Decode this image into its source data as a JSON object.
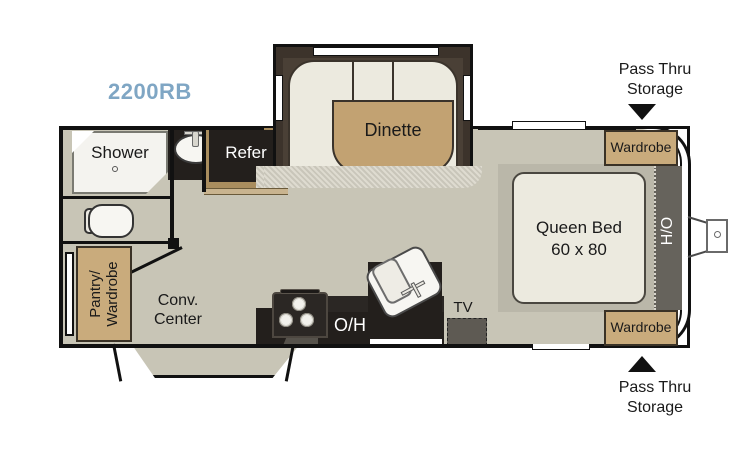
{
  "floorplan": {
    "model_number": "2200RB",
    "brand_accent_color": "#7fa6c4",
    "rooms": {
      "shower": "Shower",
      "refrigerator": "Refer",
      "pantry_wardrobe": "Pantry/\nWardrobe",
      "conv_center": "Conv.\nCenter",
      "overhead": "O/H",
      "tv": "TV",
      "dinette": "Dinette",
      "wardrobe_top": "Wardrobe",
      "wardrobe_bottom": "Wardrobe",
      "head_out": "H/O",
      "queen_bed_line1": "Queen Bed",
      "queen_bed_line2": "60 x 80"
    },
    "callouts": {
      "pass_thru_top_line1": "Pass Thru",
      "pass_thru_top_line2": "Storage",
      "pass_thru_bottom_line1": "Pass Thru",
      "pass_thru_bottom_line2": "Storage"
    },
    "colors": {
      "floor": "#c8c5b6",
      "cabinet_tan": "#c9ab7c",
      "dark_cabinet": "#231f1c",
      "bed_cream": "#eceadf",
      "table_tan": "#c2a272",
      "ho_gray": "#66635c",
      "outline": "#111111"
    },
    "icons": {
      "bath_sink": "oval-sink-icon",
      "kitchen_sink": "kitchen-sink-icon",
      "stove": "three-burner-stove-icon",
      "toilet": "toilet-icon",
      "hitch": "trailer-hitch-icon",
      "arrow_down": "arrow-down-icon",
      "arrow_up": "arrow-up-icon"
    }
  }
}
